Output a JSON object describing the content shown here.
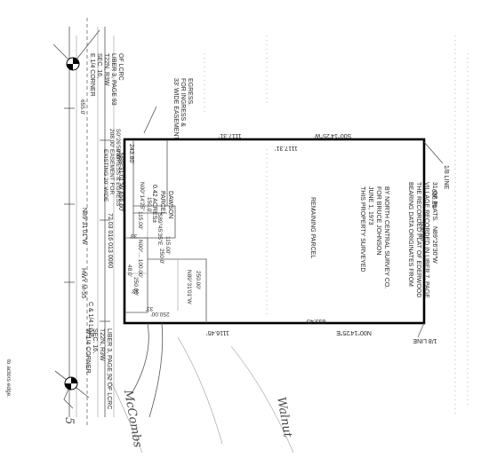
{
  "monuments": {
    "north": {
      "lines": [
        "E 1/4 CORNER",
        "SEC. 16,",
        "T22N, R3W",
        "LIBER 3, PAGE 93",
        "OF LCRC"
      ]
    },
    "south": {
      "lines": [
        "W 1/4 CORNER",
        "SEC. 16,",
        "T22N, R3W",
        "LIBER 3, PAGE 92 OF LCRC"
      ]
    }
  },
  "road": {
    "highway_label": "HWY M-55",
    "centerline_label": "C & 1/4 LINE",
    "bearing_label": "N89°31'01\"W",
    "dist_north": "655.0'"
  },
  "easements": {
    "wide33": [
      "33' WIDE EASEMENT",
      "FOR INGRESS &",
      "EGRESS."
    ],
    "existing20": [
      "EXISTING 20' WIDE",
      "EASEMENT FOR",
      "INGRESS & EGRESS"
    ],
    "bearing_208": "S0°26'59\"W",
    "dist_208": "208.00'"
  },
  "boundary": {
    "north_bearing": "S00°14'25\"W",
    "north_dist_outer": "1117.31'",
    "north_dist_inner": "1117.31'",
    "south_bearing": "N00°14'25\"E",
    "south_dist_inner": "833.45'",
    "south_dist_outer": "1116.45'",
    "east_bearing": "N89°26'30\"W",
    "east_dist_outer": "656.80'",
    "east_dist_inner": "656.80'",
    "one_eighth_top": "1/8 LINE",
    "one_eighth_bottom": "1/8 LINE",
    "west_bearing": "N89°31'01\"W 656.60'",
    "west_dist_243": "243.80'",
    "parcel_id": "72 03 016 013 0060"
  },
  "dawson": {
    "title_lines": [
      "DAWSON",
      "PARCEL",
      "0.42 ACRES±"
    ],
    "bearing_1": "N00°14'25\"",
    "dist_150": "150.0'",
    "bearing_2": "S89°45'35\"E",
    "dist_115a": "115.00'",
    "dist_115b": "115.00'",
    "dist_100": "N00°... 100.00'",
    "dist_250a": "250.0'"
  },
  "lower": {
    "dist_48": "48.0'",
    "dist_250b": "250.00'",
    "dist_250c": "250.00'",
    "dist_250d": "250.00'",
    "bearing_south": "N89°31'01\"W",
    "dist_33a": "33'",
    "dist_33b": "33'",
    "dist_33c": "33'"
  },
  "remaining_parcel": "REMAINING PARCEL",
  "notes": {
    "surveyed": [
      "THIS PROPERTY SURVEYED",
      "JUNE 1, 1973",
      "FOR BRUCE JOHNSON",
      "BY NORTH CENTRAL SURVEY CO."
    ],
    "bearing_data": [
      "BEARING DATA ORIGINATES FROM",
      "THE RECORDED PLAT OF EDERWOOD",
      "VILLAGE RECORDED IN LIBER 7, PAGE",
      "31 OF PLATS."
    ]
  },
  "handwriting": {
    "mccombs": "McCombs",
    "walnut": "Walnut",
    "margin_5": "5"
  },
  "margin_text": "to actors edge.",
  "colors": {
    "boundary": "#000000",
    "linework": "#555555"
  }
}
